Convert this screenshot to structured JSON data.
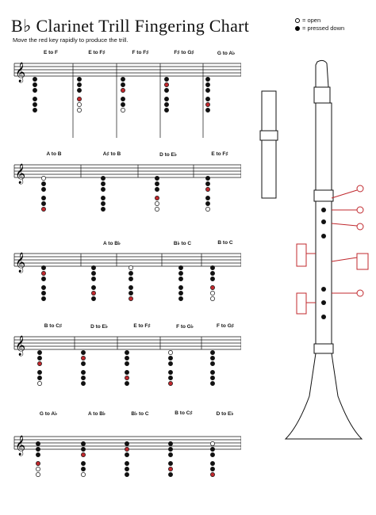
{
  "header": {
    "title": "B♭ Clarinet Trill Fingering Chart",
    "subtitle": "Move the red key rapidly to produce the trill.",
    "legend_open": "= open",
    "legend_pressed": "= pressed down"
  },
  "sections": [
    {
      "labels": [
        "E to F",
        "E to F♯",
        "F to F♯",
        "F♯ to G♯",
        "G to A♭"
      ]
    },
    {
      "labels": [
        "A to B",
        "A♯ to B",
        "D to E♭",
        "E to F♯"
      ]
    },
    {
      "labels": [
        "A to B♭",
        "B♭ to C",
        "B to C"
      ]
    },
    {
      "labels": [
        "B to C♯",
        "D to E♭",
        "E to F♯",
        "F to G♭",
        "F to G♯"
      ]
    },
    {
      "labels": [
        "G to A♭",
        "A to B♭",
        "B♭ to C",
        "B to C♯",
        "D to E♭"
      ]
    }
  ],
  "colors": {
    "accent": "#c0282d",
    "ink": "#111111"
  }
}
